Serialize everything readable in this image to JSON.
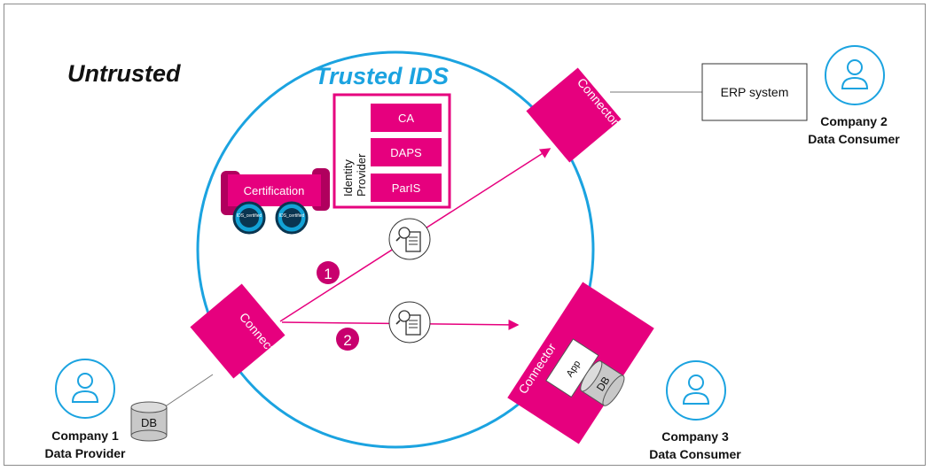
{
  "zones": {
    "untrusted_label": "Untrusted",
    "trusted_label": "Trusted IDS"
  },
  "identity_provider": {
    "label_line1": "Identity",
    "label_line2": "Provider",
    "items": [
      "CA",
      "DAPS",
      "ParIS"
    ]
  },
  "certification": {
    "label": "Certification",
    "badge_text": "IDS_certified"
  },
  "connectors": {
    "provider_label": "Connector",
    "consumer2_label": "Connector",
    "consumer3_label": "Connector",
    "app_label": "App",
    "db_label": "DB"
  },
  "external": {
    "erp_label": "ERP system",
    "provider_db_label": "DB"
  },
  "companies": [
    {
      "name": "Company 1",
      "role": "Data Provider"
    },
    {
      "name": "Company 2",
      "role": "Data Consumer"
    },
    {
      "name": "Company 3",
      "role": "Data Consumer"
    }
  ],
  "steps": [
    "1",
    "2"
  ],
  "colors": {
    "magenta": "#e6007e",
    "trusted_blue": "#1ba3e0",
    "dark": "#1a1a1a"
  }
}
